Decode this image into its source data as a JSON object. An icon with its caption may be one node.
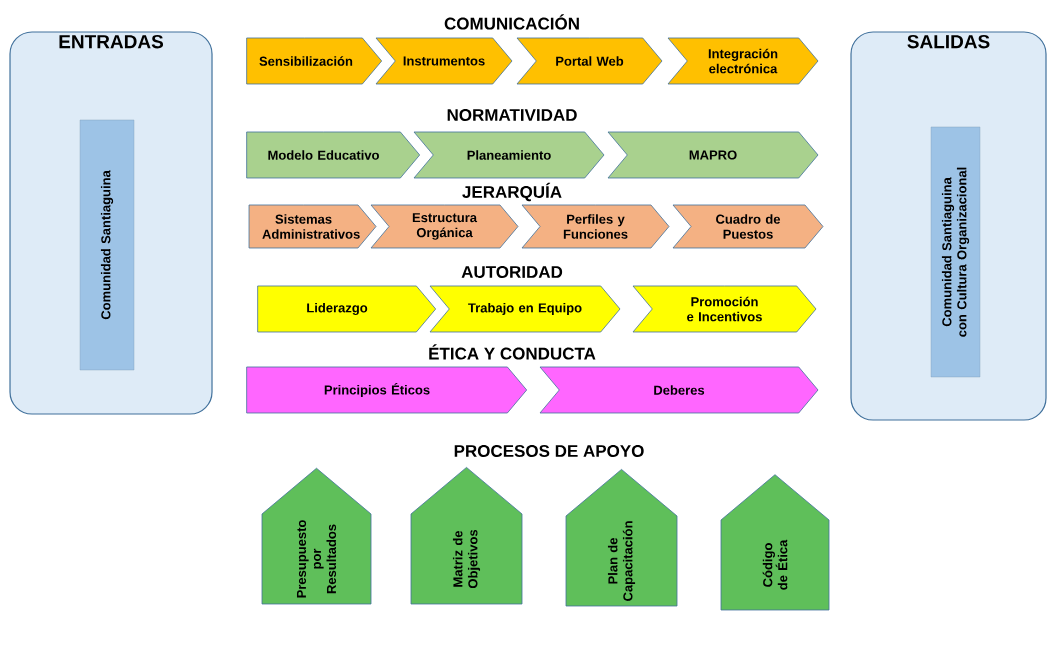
{
  "diagram": {
    "nodes": [
      {
        "text": [
          "ENTRADAS"
        ]
      },
      {
        "text": [
          "Comunidad Santiaguina"
        ],
        "in": 0
      },
      {
        "text": [
          "Sensibilización"
        ]
      },
      {
        "text": [
          "Instrumentos"
        ]
      },
      {
        "text": [
          "Portal Web"
        ]
      },
      {
        "text": [
          "Integración electrónica"
        ]
      },
      {
        "text": [
          "Modelo Educativo"
        ]
      },
      {
        "text": [
          "Planeamiento"
        ]
      },
      {
        "text": [
          "MAPRO"
        ]
      },
      {
        "text": [
          "Sistemas Administrativos"
        ]
      },
      {
        "text": [
          "Estructura Orgánica"
        ]
      },
      {
        "text": [
          "Perfiles y Funciones"
        ]
      },
      {
        "text": [
          "Cuadro de Puestos"
        ]
      },
      {
        "text": [
          "Liderazgo"
        ]
      },
      {
        "text": [
          "Trabajo en Equipo"
        ]
      },
      {
        "text": [
          "Promoción e Incentivos"
        ]
      },
      {
        "text": [
          "Principios Éticos"
        ]
      },
      {
        "text": [
          "Deberes"
        ]
      },
      {
        "text": [
          "SALIDAS"
        ]
      },
      {
        "text": [
          "Comunidad Santiaguina con Cultura Organizacional"
        ],
        "in": 18
      },
      {
        "text": [
          "Presupuesto por Resultados"
        ]
      },
      {
        "text": [
          "Matriz de Objetivos"
        ]
      },
      {
        "text": [
          "Plan de Capacitación"
        ]
      },
      {
        "text": [
          "Código de Ética"
        ]
      }
    ],
    "labels": [
      "COMUNICACIÓN",
      "NORMATIVIDAD",
      "JERARQUÍA",
      "AUTORIDAD",
      "ÉTICA Y CONDUCTA",
      "PROCESOS DE APOYO"
    ]
  }
}
